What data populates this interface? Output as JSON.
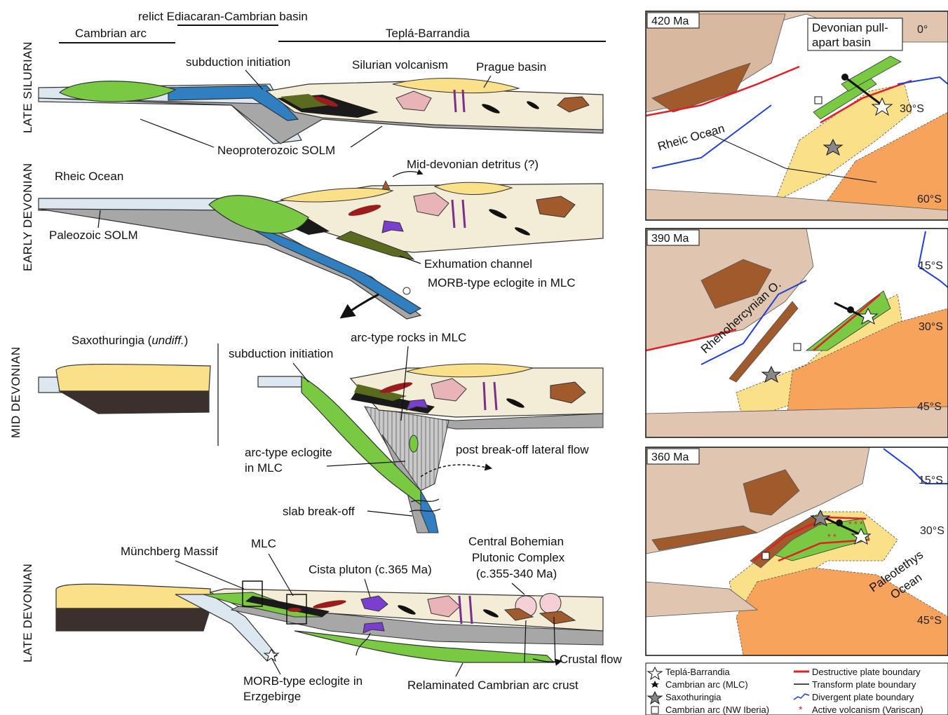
{
  "sections": {
    "late_silurian": "LATE SILURIAN",
    "early_devonian": "EARLY DEVONIAN",
    "mid_devonian": "MID DEVONIAN",
    "late_devonian": "LATE DEVONIAN"
  },
  "header": {
    "relict_basin": "relict Ediacaran-Cambrian basin",
    "cambrian_arc": "Cambrian arc",
    "tepla_barrandia": "Teplá-Barrandia"
  },
  "late_silurian": {
    "subduction_initiation": "subduction initiation",
    "silurian_volcanism": "Silurian volcanism",
    "prague_basin": "Prague basin",
    "neoproterozoic_solm": "Neoproterozoic SOLM"
  },
  "early_devonian": {
    "rheic_ocean": "Rheic Ocean",
    "mid_devonian_detritus": "Mid-devonian detritus (?)",
    "paleozoic_solm": "Paleozoic SOLM",
    "exhumation_channel": "Exhumation channel",
    "morb_eclogite_mlc": "MORB-type eclogite in MLC"
  },
  "mid_devonian": {
    "saxothuringia_prefix": "Saxothuringia (",
    "saxothuringia_italic": "undiff.",
    "saxothuringia_suffix": ")",
    "subduction_initiation": "subduction initiation",
    "arc_type_rocks": "arc-type rocks in MLC",
    "arc_type_eclogite_1": "arc-type eclogite",
    "arc_type_eclogite_2": "in MLC",
    "post_breakoff_flow": "post break-off lateral flow",
    "slab_breakoff": "slab break-off"
  },
  "late_devonian": {
    "munchberg": "Münchberg Massif",
    "mlc": "MLC",
    "cista_pluton": "Cista pluton (c.365 Ma)",
    "cbpc_1": "Central Bohemian",
    "cbpc_2": "Plutonic Complex",
    "cbpc_3": "(c.355-340 Ma)",
    "crustal_flow": "Crustal flow",
    "morb_eclogite_1": "MORB-type eclogite in",
    "morb_eclogite_2": "Erzgebirge",
    "relaminated": "Relaminated Cambrian arc crust"
  },
  "maps": [
    {
      "age": "420 Ma",
      "lat_labels": [
        "0°",
        "30°S",
        "60°S"
      ],
      "labels": {
        "pull_apart_1": "Devonian pull-",
        "pull_apart_2": "apart basin",
        "ocean": "Rheic Ocean"
      }
    },
    {
      "age": "390 Ma",
      "lat_labels": [
        "15°S",
        "30°S",
        "45°S"
      ],
      "labels": {
        "ocean": "Rhenohercynian O."
      }
    },
    {
      "age": "360 Ma",
      "lat_labels": [
        "15°S",
        "30°S",
        "45°S"
      ],
      "labels": {
        "ocean_1": "Paleotethys",
        "ocean_2": "Ocean"
      }
    }
  ],
  "legend": {
    "left": [
      "Teplá-Barrandia",
      "Cambrian arc (MLC)",
      "Saxothuringia",
      "Cambrian arc (NW Iberia)"
    ],
    "right": [
      "Destructive plate boundary",
      "Transform plate boundary",
      "Divergent plate boundary",
      "Active volcanism (Variscan)"
    ]
  },
  "colors": {
    "cream": "#f3ecd6",
    "yellow": "#fbe08a",
    "arc_green": "#7ac943",
    "slab_blue": "#2f7fc1",
    "light_slab": "#dde7ef",
    "gray_mantle": "#a7a7a7",
    "dark_base": "#3b302b",
    "brown": "#a05a2c",
    "pink": "#e8b4b8",
    "purple": "#7b2f8c",
    "orange": "#f7a35c",
    "red_boundary": "#e11f26",
    "blue_boundary": "#1f3fd6"
  }
}
